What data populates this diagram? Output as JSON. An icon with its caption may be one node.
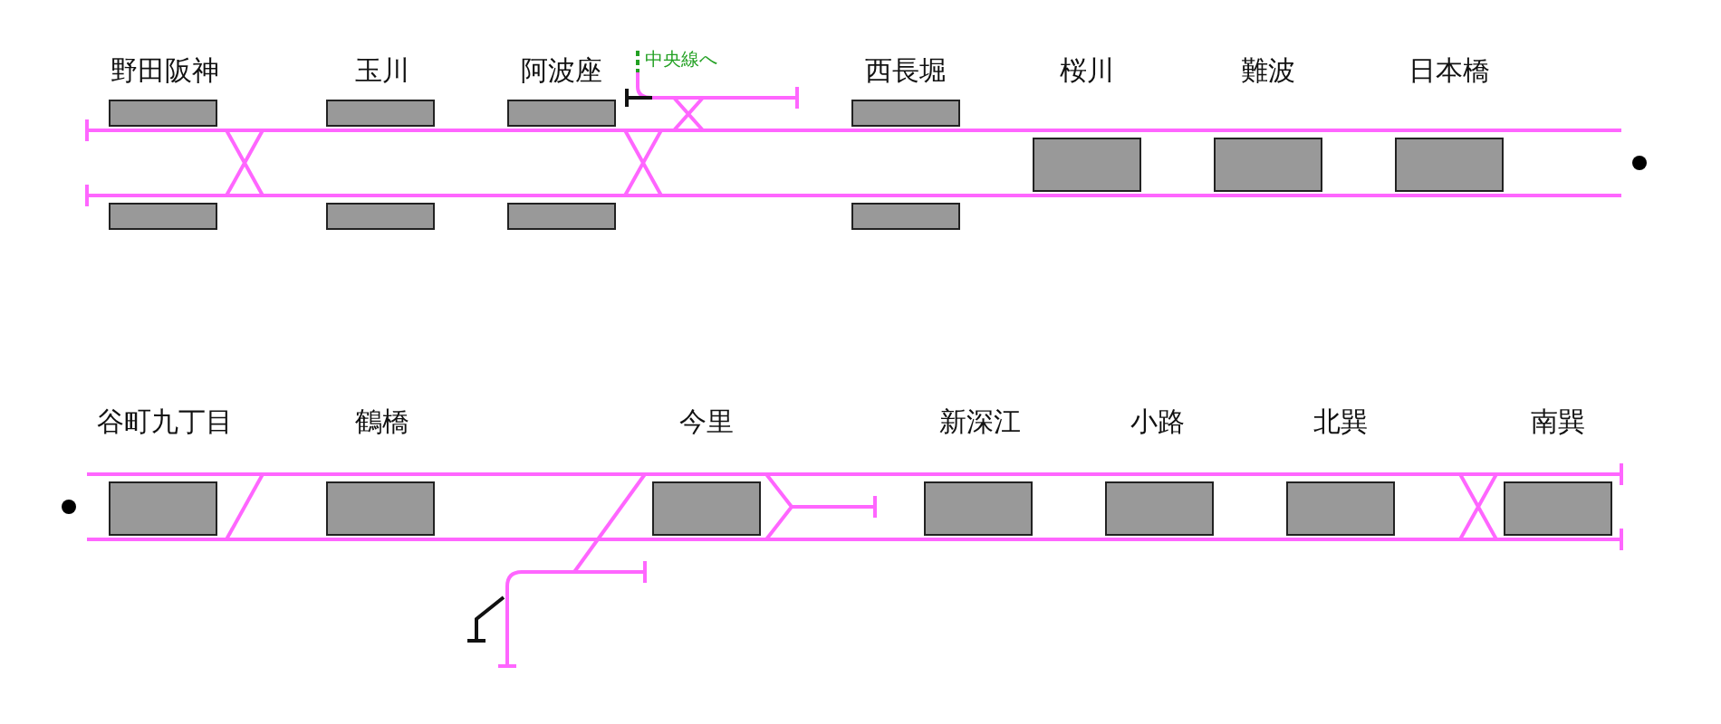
{
  "diagram": {
    "nodes": [
      {
        "text": [],
        "shape": "box"
      },
      {
        "text": [],
        "shape": "box"
      },
      {
        "text": [],
        "shape": "box"
      },
      {
        "text": [],
        "shape": "box"
      },
      {
        "text": [],
        "shape": "box"
      },
      {
        "text": [],
        "shape": "box"
      },
      {
        "text": [],
        "shape": "box"
      },
      {
        "text": [],
        "shape": "box"
      },
      {
        "text": [],
        "shape": "box"
      },
      {
        "text": [],
        "shape": "box"
      },
      {
        "text": [],
        "shape": "box"
      },
      {
        "text": [],
        "shape": "box"
      },
      {
        "text": [],
        "shape": "box"
      },
      {
        "text": [],
        "shape": "box"
      },
      {
        "text": [],
        "shape": "box"
      },
      {
        "text": [],
        "shape": "box"
      },
      {
        "text": [],
        "shape": "box"
      },
      {
        "text": [],
        "shape": "box"
      }
    ],
    "labels": [
      "野田阪神",
      "玉川",
      "阿波座",
      "中央線へ",
      "西長堀",
      "桜川",
      "難波",
      "日本橋",
      "谷町九丁目",
      "鶴橋",
      "今里",
      "新深江",
      "小路",
      "北巽",
      "南巽"
    ]
  }
}
